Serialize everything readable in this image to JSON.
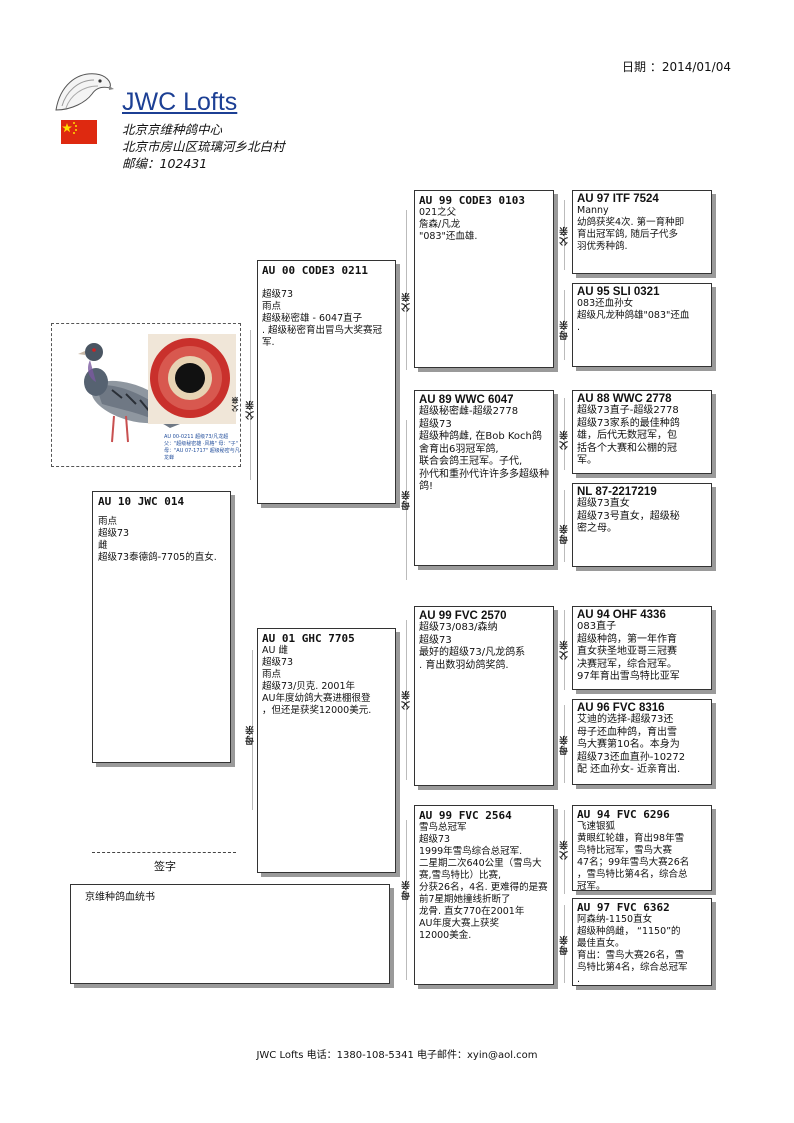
{
  "header": {
    "date": "日期 ：2014/01/04",
    "title": "JWC Lofts",
    "line1": "北京京维种鸽中心",
    "line2": "北京市房山区琉璃河乡北白村",
    "line3": "邮编：102431"
  },
  "photo": {
    "caption_line1": "AU 00-0211 超级73/凡龙超",
    "caption_line2": "父：\"超级秘密雄 ·风格\" 母：\"子\"",
    "caption_line3": "母：\"AU 07-1717\"  超级秘密与凡龙蝉",
    "side_label": "父亲"
  },
  "subject": {
    "ring": "AU 10 JWC 014",
    "text": "  雨点\n  超级73\n雌\n超级73泰德鸽-7705的直女."
  },
  "gen1": {
    "sire": {
      "ring": "AU 00 CODE3 0211",
      "text": "\n  超级73\n  雨点\n超级秘密雄 - 6047直子\n. 超级秘密育出冒鸟大奖赛冠军."
    },
    "dam": {
      "ring": "AU 01 GHC 7705",
      "text": "AU 雌\n  超级73\n  雨点\n超级73/贝克. 2001年\nAU年度幼鸽大赛进棚很登\n，但还是获奖12000美元."
    }
  },
  "gen2": {
    "ss": {
      "ring": "AU 99 CODE3 0103",
      "text": "021之父\n詹森/凡龙\n\"083\"还血雄."
    },
    "sd": {
      "ring": "AU 89 WWC 6047",
      "text": "超级秘密雌-超级2778\n 超级73\n超级种鸽雌,    在Bob Koch鸽舍育出6羽冠军鸽,\n联合会鸽王冠军。子代,\n孙代和重孙代许许多多超级种鸽!"
    },
    "ds": {
      "ring": "AU 99 FVC 2570",
      "text": "超级73/083/森纳\n 超级73\n最好的超级73/凡龙鸽系\n. 育出数羽幼鸽奖鸽."
    },
    "dd": {
      "ring": "AU 99 FVC 2564",
      "text": "雪鸟总冠军\n 超级73\n1999年雪鸟综合总冠军.\n二星期二次640公里（雪鸟大赛,雪鸟特比）比赛,\n分获26名，4名. 更难得的是赛前7星期她撞线折断了\n龙骨. 直女770在2001年\nAU年度大赛上获奖\n12000美金."
    }
  },
  "gen3": {
    "sss": {
      "ring": "AU 97 ITF 7524",
      "text": "Manny\n幼鸽获奖4次.  第一育种即\n育出冠军鸽,  随后子代多\n羽优秀种鸽."
    },
    "ssd": {
      "ring": "AU 95 SLI 0321",
      "text": "083还血孙女\n超级凡龙种鸽雄\"083\"还血\n."
    },
    "sds": {
      "ring": "AU 88 WWC 2778",
      "text": "超级73直子-超级2778\n超级73家系的最佳种鸽\n雄，后代无数冠军，包\n括各个大赛和公棚的冠\n军。"
    },
    "sdd": {
      "ring": "NL 87-2217219",
      "text": "超级73直女\n超级73号直女，超级秘\n密之母。"
    },
    "dss": {
      "ring": "AU 94 OHF 4336",
      "text": "083直子\n超级种鸽，第一年作育\n直女获圣地亚哥三冠赛\n决赛冠军，综合冠军。\n97年育出雪鸟特比亚军"
    },
    "dsd": {
      "ring": "AU 96 FVC 8316",
      "text": "艾迪的选择-超级73还\n母子还血种鸽，育出雪\n鸟大赛第10名。本身为\n超级73还血直孙-10272\n配 还血孙女- 近亲育出."
    },
    "dds": {
      "ring": "AU 94 FVC 6296",
      "text": "飞速银狐\n黄眼红轮雄，育出98年雪\n鸟特比冠军，雪鸟大赛\n47名；99年雪鸟大赛26名\n，雪鸟特比第4名，综合总\n冠军。"
    },
    "ddd": {
      "ring": "AU 97 FVC 6362",
      "text": "阿森纳-1150直女\n超级种鸽雌，  “1150”的\n最佳直女。\n育出：雪鸟大赛26名，雪\n鸟特比第4名，综合总冠军\n."
    }
  },
  "labels": {
    "father": "父亲",
    "mother": "母亲"
  },
  "signature": "签字",
  "certificate": "京维种鸽血统书",
  "footer": "JWC Lofts 电话：1380-108-5341  电子邮件：xyin@aol.com"
}
